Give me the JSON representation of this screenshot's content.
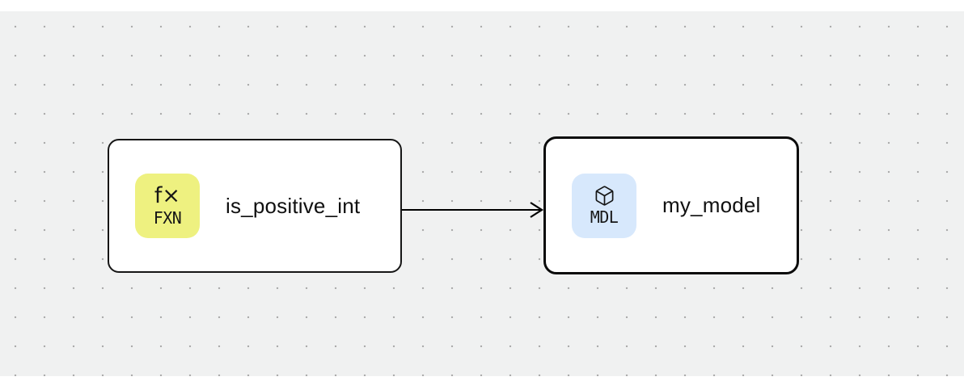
{
  "canvas": {
    "background_color": "#f0f1f1",
    "dot_color": "#ababab"
  },
  "nodes": [
    {
      "label": "is_positive_int",
      "kind": "function",
      "badge": {
        "icon": "function-icon",
        "icon_text": "f×",
        "text": "FXN",
        "background": "#eef180"
      },
      "selected": false
    },
    {
      "label": "my_model",
      "kind": "model",
      "badge": {
        "icon": "cube-icon",
        "icon_text": "",
        "text": "MDL",
        "background": "#d7e8fc"
      },
      "selected": true
    }
  ],
  "edges": [
    {
      "from": "is_positive_int",
      "to": "my_model"
    }
  ]
}
